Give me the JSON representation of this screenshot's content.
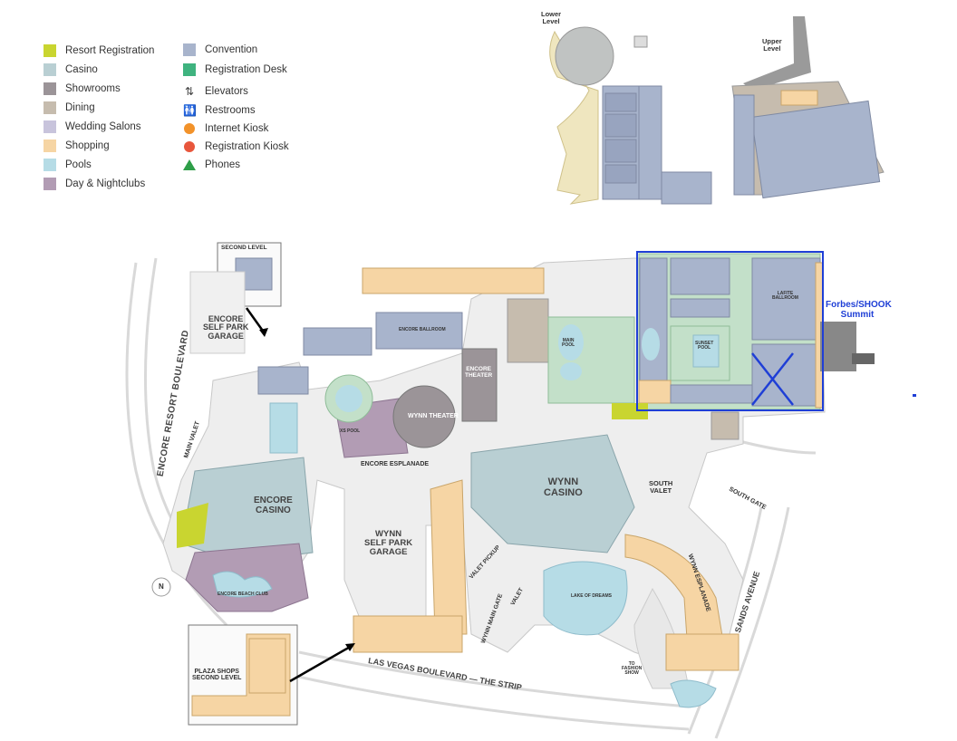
{
  "legend": {
    "items": [
      {
        "label": "Resort Registration",
        "kind": "swatch",
        "color": "#c9d530"
      },
      {
        "label": "Casino",
        "kind": "swatch",
        "color": "#b9cfd3"
      },
      {
        "label": "Showrooms",
        "kind": "swatch",
        "color": "#9b9498"
      },
      {
        "label": "Dining",
        "kind": "swatch",
        "color": "#c6bcae"
      },
      {
        "label": "Wedding Salons",
        "kind": "swatch",
        "color": "#c8c4dc"
      },
      {
        "label": "Shopping",
        "kind": "swatch",
        "color": "#f6d5a4"
      },
      {
        "label": "Pools",
        "kind": "swatch",
        "color": "#b6dce6"
      },
      {
        "label": "Day & Nightclubs",
        "kind": "swatch",
        "color": "#b29cb4"
      },
      {
        "label": "Convention",
        "kind": "swatch",
        "color": "#a8b4cc"
      },
      {
        "label": "Registration Desk",
        "kind": "swatch",
        "color": "#3fb37f"
      },
      {
        "label": "Elevators",
        "kind": "elevator-icon"
      },
      {
        "label": "Restrooms",
        "kind": "restroom-icon"
      },
      {
        "label": "Internet Kiosk",
        "kind": "dot",
        "color": "#f2922a"
      },
      {
        "label": "Registration Kiosk",
        "kind": "dot",
        "color": "#e8563c"
      },
      {
        "label": "Phones",
        "kind": "triangle",
        "color": "#2e9e48"
      }
    ]
  },
  "labels": {
    "lower_level": "Lower\nLevel",
    "upper_level": "Upper\nLevel",
    "second_level": "SECOND LEVEL",
    "encore_self_park": "ENCORE\nSELF PARK\nGARAGE",
    "encore_resort_blvd": "ENCORE RESORT BOULEVARD",
    "encore_casino": "ENCORE\nCASINO",
    "wynn_casino": "WYNN\nCASINO",
    "wynn_self_park": "WYNN\nSELF PARK\nGARAGE",
    "wynn_theater": "WYNN THEATER",
    "encore_theater": "ENCORE\nTHEATER",
    "encore_esplanade": "ENCORE ESPLANADE",
    "wynn_esplanade": "WYNN ESPLANADE",
    "las_vegas_blvd": "LAS VEGAS BOULEVARD — THE STRIP",
    "sands_avenue": "SANDS AVENUE",
    "south_valet": "SOUTH\nVALET",
    "south_gate": "SOUTH GATE",
    "main_valet": "MAIN VALET",
    "valet_pickup": "VALET PICKUP",
    "valet": "VALET",
    "wynn_main_gate": "WYNN MAIN GATE",
    "plaza_shops": "PLAZA SHOPS\nSECOND LEVEL",
    "lake_of_dreams": "LAKE OF DREAMS",
    "main_pool": "MAIN\nPOOL",
    "sunset_pool": "SUNSET\nPOOL",
    "lafite_ballroom": "LAFITE\nBALLROOM",
    "encore_ballroom": "ENCORE BALLROOM",
    "encore_beach_club": "ENCORE BEACH CLUB",
    "xs_pool": "XS POOL",
    "to_fashion_show": "TO\nFASHION\nSHOW",
    "north": "N"
  },
  "annotation": {
    "text": "Forbes/SHOOK\nSummit",
    "color": "#1f3fd6"
  }
}
